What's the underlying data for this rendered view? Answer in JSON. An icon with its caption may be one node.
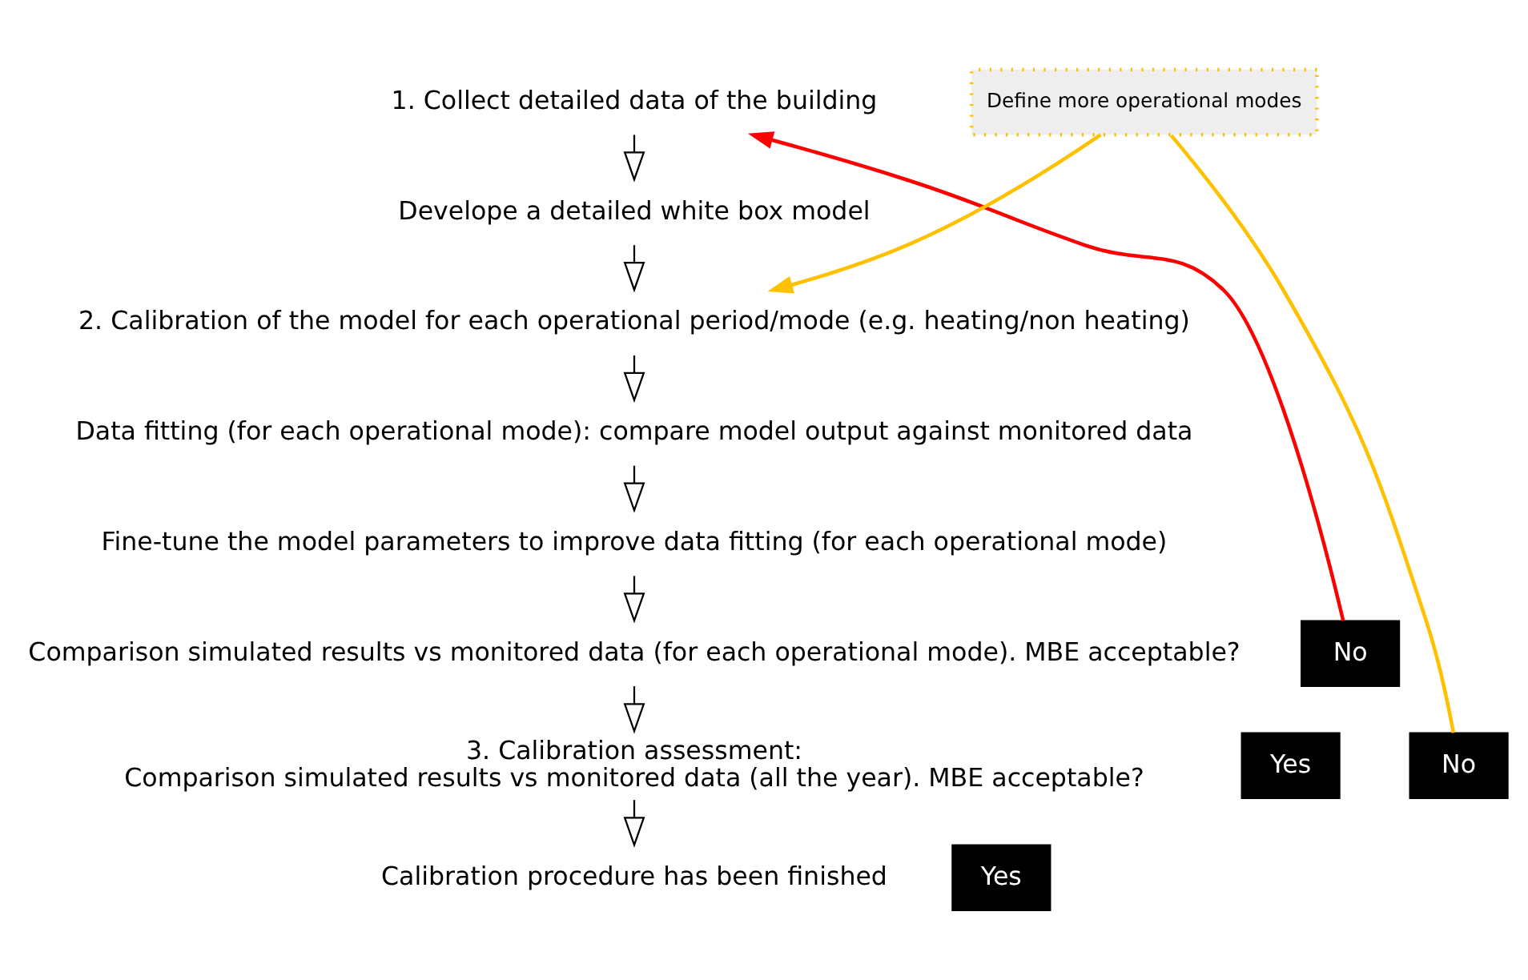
{
  "diagram": {
    "nodes": [
      {
        "text": [
          "1. Collect detailed data of the building"
        ]
      },
      {
        "text": [
          "Develope a detailed white box model"
        ]
      },
      {
        "text": [
          "2. Calibration of the model for each operational period/mode (e.g. heating/non heating)"
        ]
      },
      {
        "text": [
          "Data fitting (for each operational mode): compare model output against monitored data"
        ]
      },
      {
        "text": [
          "Fine-tune the model parameters to improve data fitting (for each operational mode)"
        ]
      },
      {
        "text": [
          "Comparison simulated results vs monitored data (for each operational mode). MBE acceptable?"
        ]
      },
      {
        "text": [
          "3. Calibration assessment:",
          "Comparison simulated results vs monitored data (all the year). MBE acceptable?"
        ]
      },
      {
        "text": [
          "Calibration procedure has been finished"
        ]
      },
      {
        "text": [
          "No"
        ]
      },
      {
        "text": [
          "Yes"
        ]
      },
      {
        "text": [
          "No"
        ]
      },
      {
        "text": [
          "Yes"
        ]
      },
      {
        "text": [
          "Define more operational modes"
        ]
      }
    ],
    "edges": [
      {
        "from": 0,
        "to": 1,
        "arrow": "to"
      },
      {
        "from": 1,
        "to": 2,
        "arrow": "to"
      },
      {
        "from": 2,
        "to": 3,
        "arrow": "to"
      },
      {
        "from": 3,
        "to": 4,
        "arrow": "to"
      },
      {
        "from": 4,
        "to": 5,
        "arrow": "to"
      },
      {
        "from": 5,
        "to": 6,
        "arrow": "to"
      },
      {
        "from": 6,
        "to": 7,
        "arrow": "to"
      },
      {
        "from": 8,
        "to": 0,
        "arrow": "to",
        "color": "#ff0000"
      },
      {
        "from": 10,
        "to": 12,
        "arrow": "none",
        "color": "#ffc000"
      },
      {
        "from": 12,
        "to": 2,
        "arrow": "to",
        "color": "#ffc000"
      }
    ]
  }
}
